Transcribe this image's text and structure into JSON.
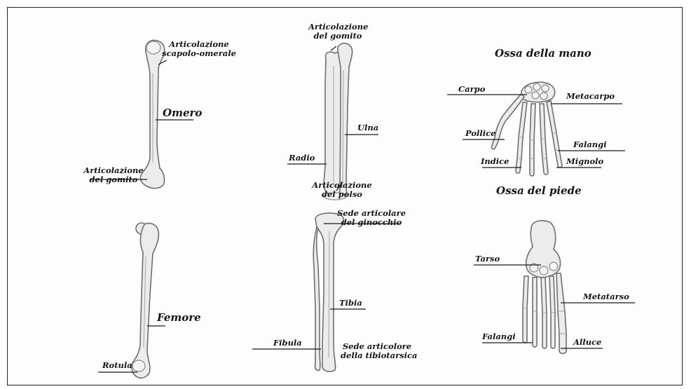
{
  "labels": {
    "omero": {
      "art_scapolo": "Articolazione scapolo-omerale",
      "name": "Omero",
      "art_gomito": "Articolazione del gomito"
    },
    "avambraccio": {
      "art_gomito": "Articolazione del gomito",
      "ulna": "Ulna",
      "radio": "Radio",
      "art_polso": "Articolazione del polso"
    },
    "mano": {
      "title": "Ossa della mano",
      "carpo": "Carpo",
      "metacarpo": "Metacarpo",
      "pollice": "Pollice",
      "falangi": "Falangi",
      "indice": "Indice",
      "mignolo": "Mignolo"
    },
    "femore": {
      "name": "Femore",
      "rotula": "Rotula"
    },
    "gamba": {
      "sede_ginocchio": "Sede articolare del ginocchio",
      "tibia": "Tibia",
      "fibula": "Fibula",
      "sede_tibiotarsica": "Sede articolore della tibiotarsica"
    },
    "piede": {
      "title": "Ossa del piede",
      "tarso": "Tarso",
      "metatarso": "Metatarso",
      "falangi": "Falangi",
      "alluce": "Alluce"
    }
  },
  "colors": {
    "bone_fill": "#ececec",
    "bone_outline": "#6f6f6f",
    "text": "#151515"
  }
}
